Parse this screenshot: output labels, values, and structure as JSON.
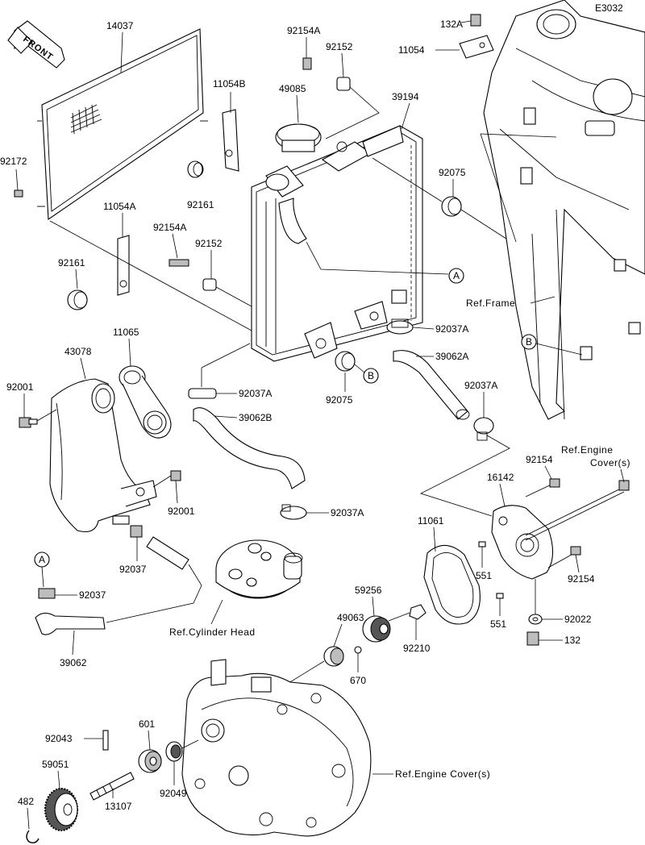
{
  "diagram_code": "E3032",
  "front_label": "FRONT",
  "parts": {
    "p14037": "14037",
    "p92172": "92172",
    "p11054B": "11054B",
    "p92161_top": "92161",
    "p11054A": "11054A",
    "p92161_left": "92161",
    "p92154A_top": "92154A",
    "p92152_top": "92152",
    "p49085": "49085",
    "p39194": "39194",
    "p92154A_mid": "92154A",
    "p92152_mid": "92152",
    "p92075_right": "92075",
    "p132A": "132A",
    "p11054": "11054",
    "p92037A_right": "92037A",
    "p39062A": "39062A",
    "p92075_bottom": "92075",
    "p92037A_mid": "92037A",
    "p39062B": "39062B",
    "p92037A_lower_right": "92037A",
    "p11065": "11065",
    "p43078": "43078",
    "p92001_left": "92001",
    "p92001_mid": "92001",
    "p92037_mid": "92037",
    "p92037_left": "92037",
    "p39062": "39062",
    "p92037A_head": "92037A",
    "p16142": "16142",
    "p92154_top": "92154",
    "p92154_bottom": "92154",
    "p551_a": "551",
    "p551_b": "551",
    "p92022": "92022",
    "p132": "132",
    "p11061": "11061",
    "p59256": "59256",
    "p92210": "92210",
    "p49063": "49063",
    "p670": "670",
    "p92043": "92043",
    "p601": "601",
    "p59051": "59051",
    "p92049": "92049",
    "p13107": "13107",
    "p482": "482"
  },
  "callouts": {
    "a_right": "A",
    "a_left": "A",
    "b_right": "B",
    "b_frame": "B"
  },
  "references": {
    "frame": "Ref.Frame",
    "cylinder_head": "Ref.Cylinder Head",
    "engine_cover_top_1": "Ref.Engine",
    "engine_cover_top_2": "Cover(s)",
    "engine_cover_bottom": "Ref.Engine Cover(s)"
  }
}
